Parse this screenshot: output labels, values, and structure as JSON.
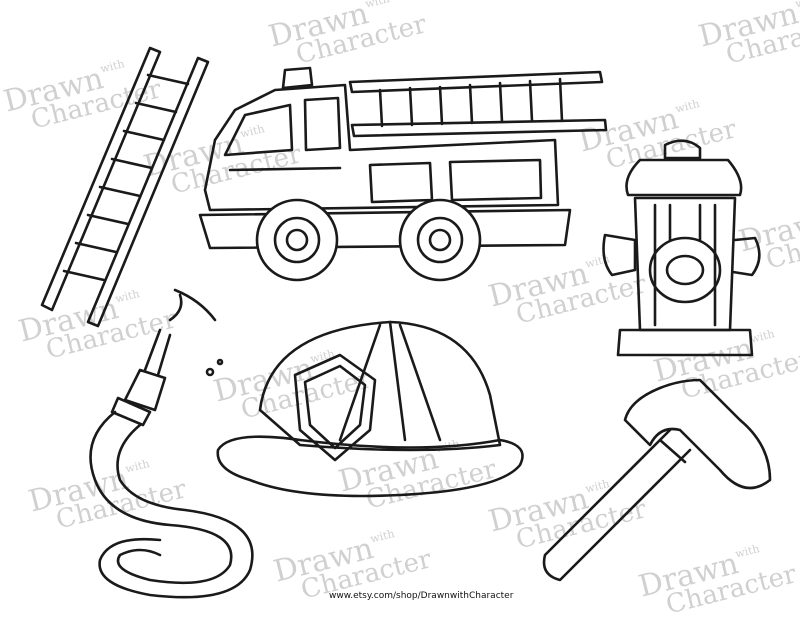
{
  "footer": {
    "url": "www.etsy.com/shop/DrawnwithCharacter"
  },
  "watermark": {
    "line1": "Drawn",
    "small": "with",
    "line2": "Character"
  },
  "illustrations": [
    "ladder-icon",
    "fire-truck-icon",
    "fire-hydrant-icon",
    "fire-hose-icon",
    "fire-helmet-icon",
    "fire-axe-icon"
  ],
  "colors": {
    "ink": "#1a1a1a",
    "watermark": "#c8c8c8",
    "background": "#ffffff"
  }
}
